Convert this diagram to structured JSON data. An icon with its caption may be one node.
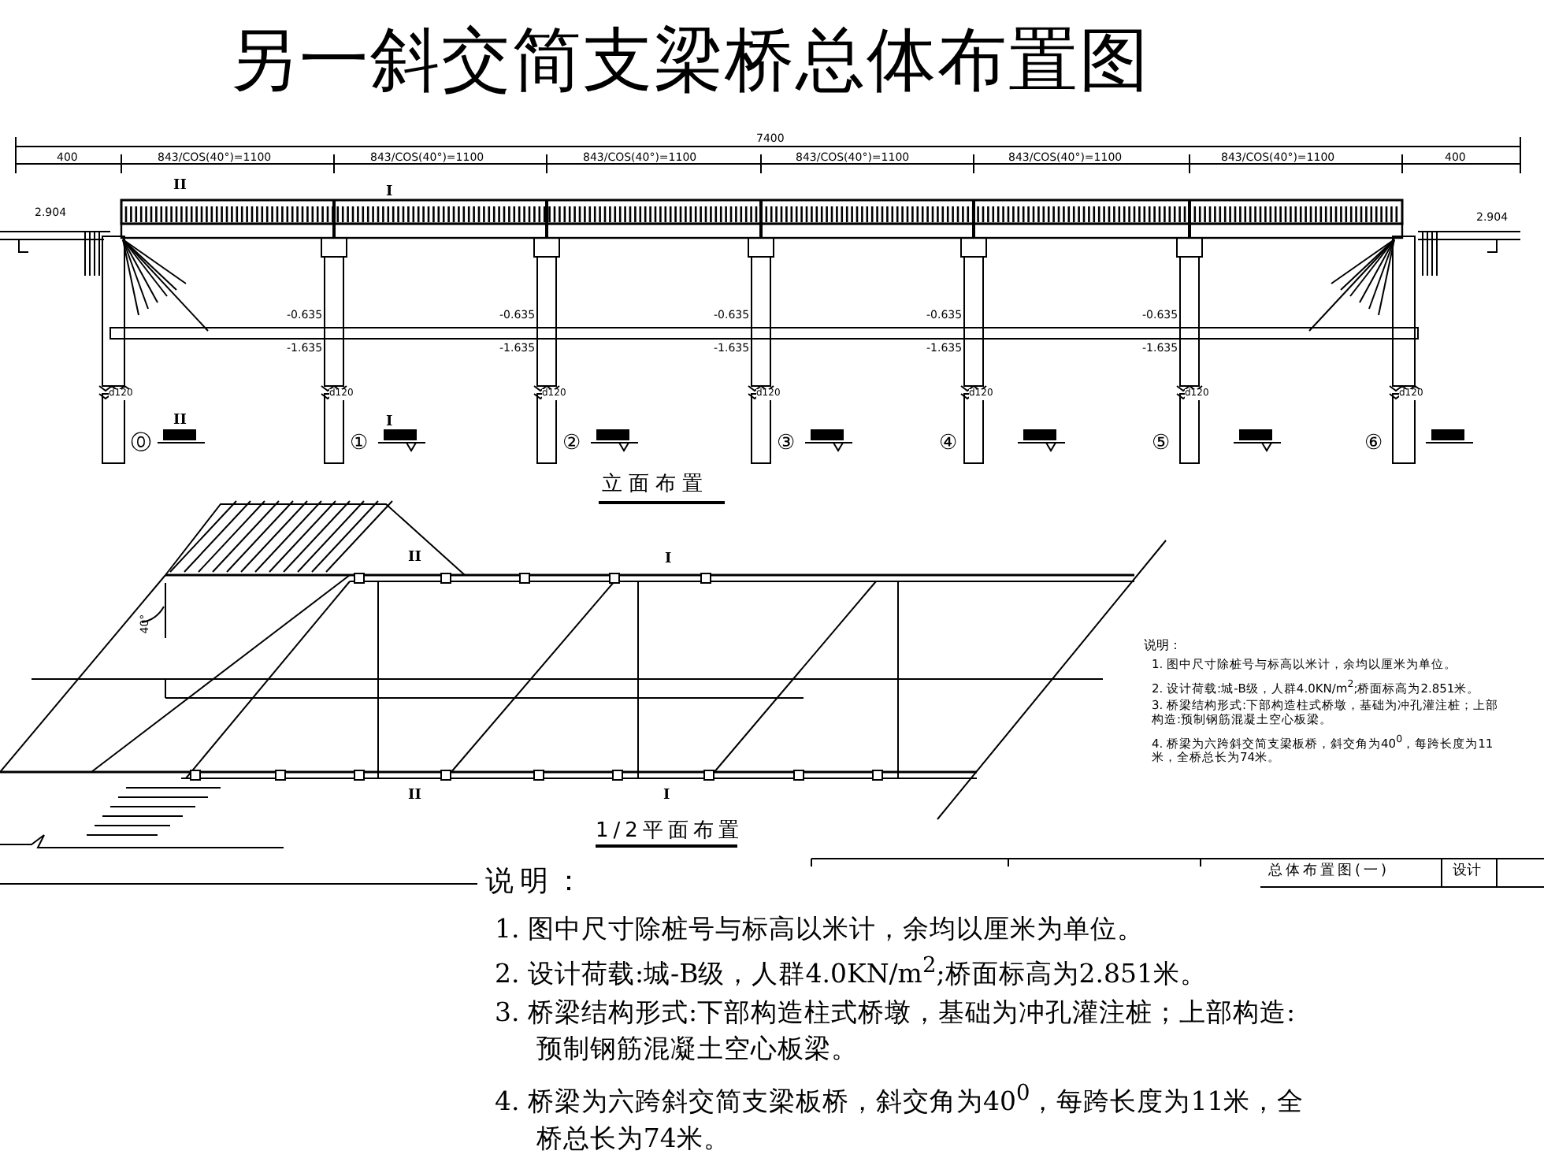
{
  "diagram": {
    "title": "另一斜交简支梁桥总体布置图",
    "labels": [
      "7400",
      "400",
      "843/COS(40°)=1100",
      "843/COS(40°)=1100",
      "843/COS(40°)=1100",
      "843/COS(40°)=1100",
      "843/COS(40°)=1100",
      "843/COS(40°)=1100",
      "400",
      "2.904",
      "2.904",
      "-0.635",
      "-1.635",
      "-0.635",
      "-1.635",
      "-0.635",
      "-1.635",
      "-0.635",
      "-1.635",
      "-0.635",
      "-1.635",
      "d120",
      "d120",
      "d120",
      "d120",
      "d120",
      "d120",
      "d120",
      "⓪",
      "①",
      "②",
      "③",
      "④",
      "⑤",
      "⑥",
      "II",
      "I",
      "II",
      "I",
      "II",
      "I",
      "II",
      "I",
      "立面布置",
      "40°",
      "1/2平面布置",
      "说明：",
      "1. 图中尺寸除桩号与标高以米计，余均以厘米为单位。",
      "2. 设计荷载:城-B级，人群4.0KN/m$^{2}$;桥面标高为2.851米。",
      "3. 桥梁结构形式:下部构造柱式桥墩，基础为冲孔灌注桩；上部构造:预制钢筋混凝土空心板梁。",
      "4. 桥梁为六跨斜交简支梁板桥，斜交角为40$^{0}$，每跨长度为11米，全桥总长为74米。",
      "总体布置图(一)",
      "设计",
      "说明：",
      "1. 图中尺寸除桩号与标高以米计，余均以厘米为单位。",
      "2. 设计荷载:城-B级，人群4.0KN/m$^{2}$;桥面标高为2.851米。",
      "3. 桥梁结构形式:下部构造柱式桥墩，基础为冲孔灌注桩；上部构造:预制钢筋混凝土空心板梁。",
      "4. 桥梁为六跨斜交简支梁板桥，斜交角为40$^{0}$，每跨长度为11米，全桥总长为74米。"
    ]
  }
}
